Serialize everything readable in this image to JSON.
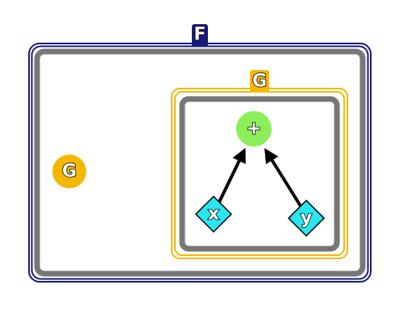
{
  "outer_frame": {
    "label": "F",
    "border_color": "#1a1a7a",
    "inner_border_color": "#777777"
  },
  "inner_frame": {
    "label": "G",
    "border_color": "#f5b800",
    "inner_border_color": "#777777"
  },
  "standalone_node": {
    "label": "G",
    "color": "#f5b800"
  },
  "add_node": {
    "label": "+",
    "color": "#8cef5a"
  },
  "input_x": {
    "label": "x",
    "color": "#29e6ee"
  },
  "input_y": {
    "label": "y",
    "color": "#29e6ee"
  },
  "edges": [
    {
      "from": "x",
      "to": "+"
    },
    {
      "from": "y",
      "to": "+"
    }
  ]
}
